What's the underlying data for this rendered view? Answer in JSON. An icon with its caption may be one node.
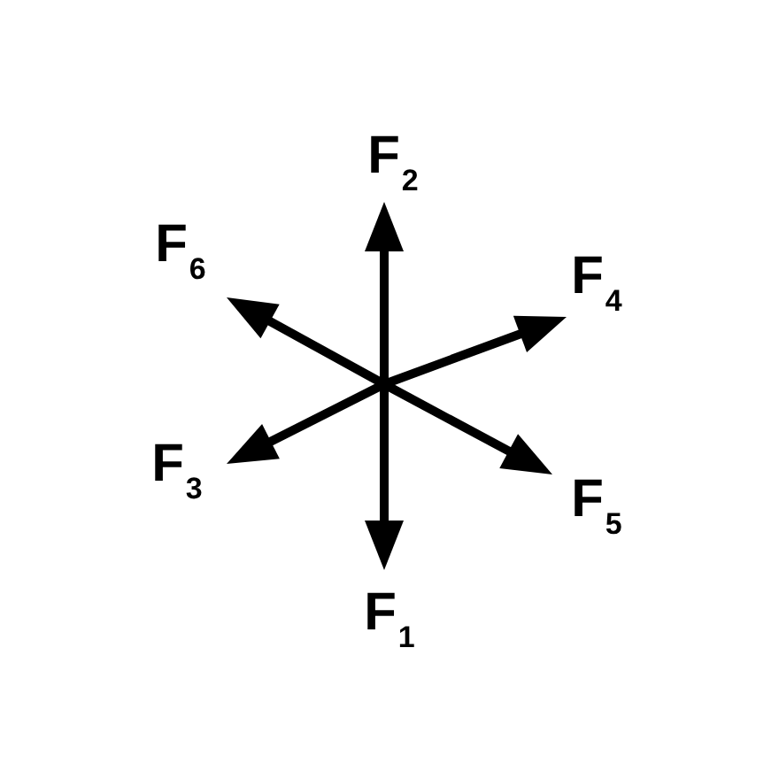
{
  "diagram": {
    "labels": [
      "F$_{2}$",
      "F$_{6}$",
      "F$_{4}$",
      "F$_{3}$",
      "F$_{5}$",
      "F$_{1}$"
    ]
  }
}
